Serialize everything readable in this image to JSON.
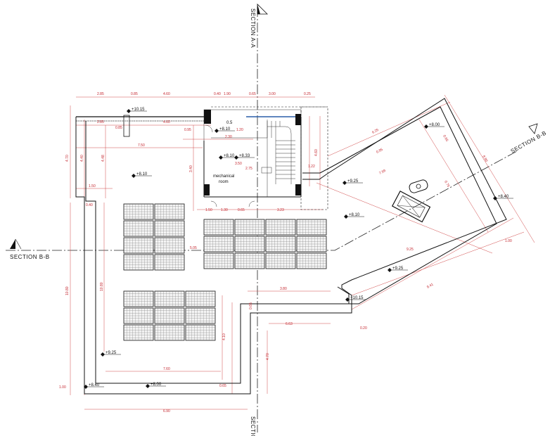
{
  "sections": {
    "aa_top": "SECTION A-A",
    "aa_bottom": "SECTIO",
    "bb_left": "SECTION B-B",
    "bb_right": "SECTION B-B"
  },
  "room_label": [
    "mechanical",
    "room"
  ],
  "levels": {
    "l1": "+10.15",
    "l2": "+8.10",
    "l3": "+8.10",
    "l4": "+8.33",
    "l5": "+8.10",
    "l6": "+8.00",
    "l7": "+9.25",
    "l8": "+8.10",
    "l9": "+8.40",
    "l10": "+9.25",
    "l11": "+10.15",
    "l12": "+9.25",
    "l13": "+8.40",
    "l14": "+8.00"
  },
  "dims": {
    "t1": "2.85",
    "t2": "0.85",
    "t3": "4.60",
    "t4": "0.40",
    "t5": "1.90",
    "t6": "0.65",
    "t7": "3.00",
    "t8": "0.25",
    "t9": "2.85",
    "t10": "0.85",
    "t11": "4.60",
    "t12": "0.95",
    "t13": "2.30",
    "t14": "1.20",
    "t15": "7.50",
    "t16": "3.50",
    "t17": "2.75",
    "t18": "1.22",
    "t19": "4.60",
    "v1": "4.70",
    "v2": "4.40",
    "v3": "4.48",
    "v4": "3.40",
    "h1": "1.50",
    "h2": "1.50",
    "h3": "0.40",
    "h4": "1.30",
    "h5": "0.65",
    "h6": "3.23",
    "m1": "5.05",
    "v5": "10.80",
    "v6": "10.80",
    "m2": "3.80",
    "m3": "0.65",
    "m4": "6.63",
    "m5": "4.10",
    "m6": "4.70",
    "b1": "7.60",
    "b2": "0.65",
    "b3": "6.90",
    "b4": "1.00",
    "r1": "6.25",
    "r2": "8.80",
    "r3": "0.85",
    "r4": "7.69",
    "r5": "0.75",
    "r6": "0.65",
    "r7": "9.25",
    "r8": "1.00",
    "r9": "9.41",
    "r10": "0.20",
    "s1": "0.5"
  }
}
